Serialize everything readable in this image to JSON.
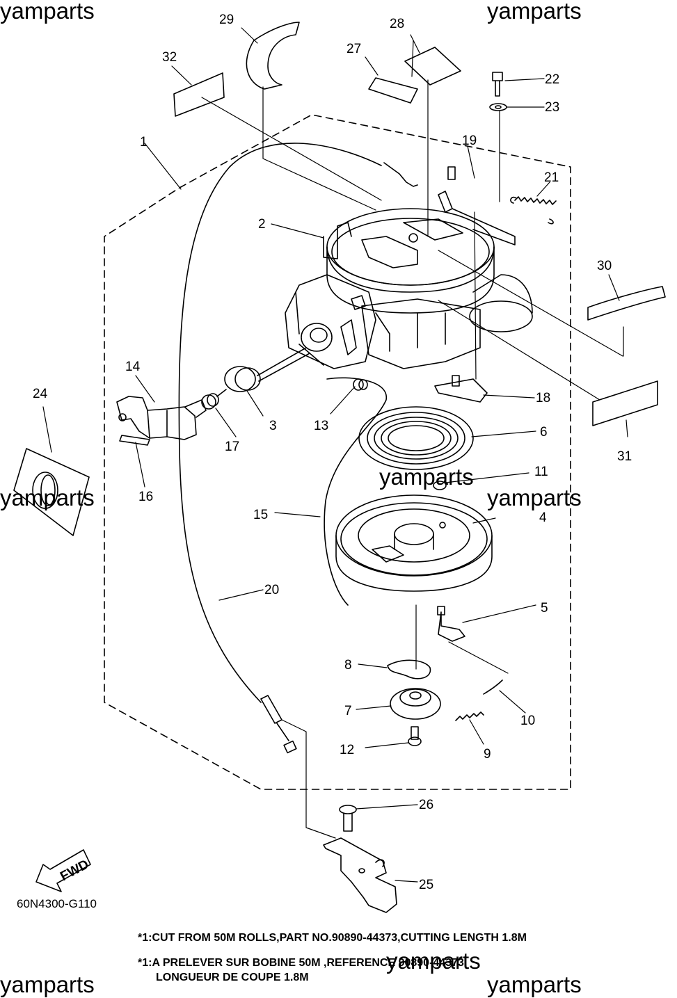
{
  "watermark": "yamparts",
  "drawing_code": "60N4300-G110",
  "fwd_label": "FWD",
  "notes": {
    "line1": "*1:CUT FROM 50M ROLLS,PART NO.90890-44373,CUTTING LENGTH 1.8M",
    "line2": "*1:A PRELEVER SUR BOBINE 50M ,REFERENCE 90890-44373,",
    "line3": "LONGUEUR DE COUPE 1.8M"
  },
  "callouts": {
    "p1": "1",
    "p2": "2",
    "p3": "3",
    "p4": "4",
    "p5": "5",
    "p6": "6",
    "p7": "7",
    "p8": "8",
    "p9": "9",
    "p10": "10",
    "p11": "11",
    "p12": "12",
    "p13": "13",
    "p14": "14",
    "p15": "15",
    "p16": "16",
    "p17": "17",
    "p18": "18",
    "p19": "19",
    "p20": "20",
    "p21": "21",
    "p22": "22",
    "p23": "23",
    "p24": "24",
    "p25": "25",
    "p26": "26",
    "p27": "27",
    "p28": "28",
    "p29": "29",
    "p30": "30",
    "p31": "31",
    "p32": "32"
  }
}
